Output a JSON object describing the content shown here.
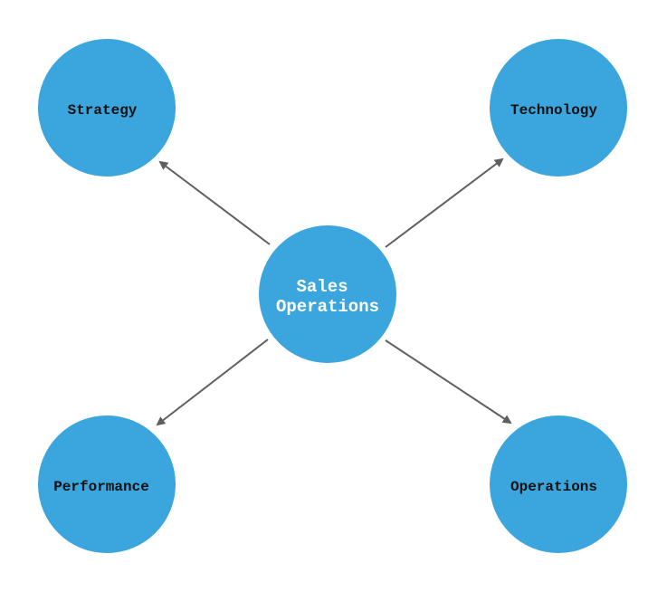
{
  "colors": {
    "node_fill": "#3ba5dd",
    "edge": "#5f5f5f",
    "center_text": "#ffffff",
    "outer_text": "#111111"
  },
  "center": {
    "label_line1": "Sales",
    "label_line2": "Operations"
  },
  "nodes": {
    "strategy": {
      "label": "Strategy"
    },
    "technology": {
      "label": "Technology"
    },
    "performance": {
      "label": "Performance"
    },
    "operations": {
      "label": "Operations"
    }
  },
  "edges": [
    {
      "from": "center",
      "to": "strategy"
    },
    {
      "from": "center",
      "to": "technology"
    },
    {
      "from": "center",
      "to": "performance"
    },
    {
      "from": "center",
      "to": "operations"
    }
  ]
}
